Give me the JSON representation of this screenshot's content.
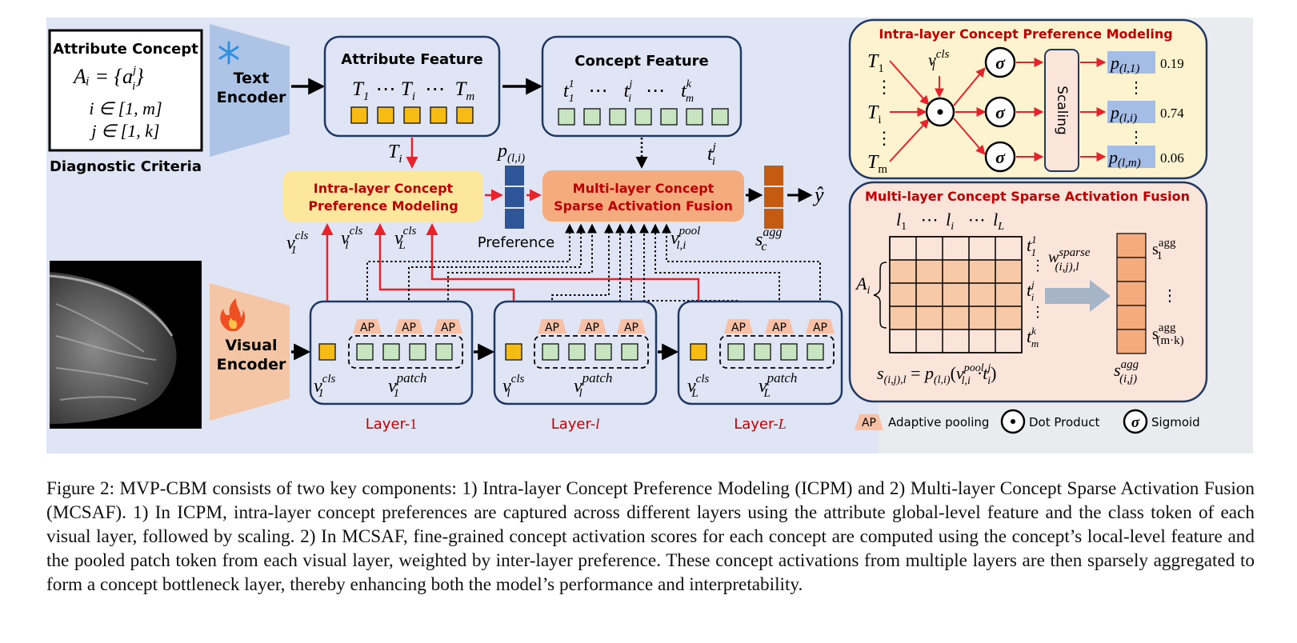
{
  "colors": {
    "main_bg": "#dfe5f4",
    "panel_yellow": "#fdf4cf",
    "panel_peach": "#fbe5da",
    "panel_border": "#1f3864",
    "encoder_text": "#aec4e6",
    "encoder_visual": "#f5c6a5",
    "icpm_box": "#fde79c",
    "mcsaf_box": "#f4ab7e",
    "title_red": "#c00000",
    "yellow_token": "#f7bc14",
    "green_token": "#c6e5c0",
    "blue_pref": "#2e5597",
    "orange_score": "#c55a11",
    "pref_highlight": "#a4bde6",
    "red_arrow": "#e8222a"
  },
  "diagnostic": {
    "box_title": "Attribute Concept",
    "formula_lhs": "Aᵢ = {",
    "formula_rhs": "}",
    "formula_a": "a",
    "formula_a_sup": "j",
    "formula_a_sub": "i",
    "range_i": "i ∈ [1, m]",
    "range_j": "j ∈ [1, k]",
    "label": "Diagnostic Criteria"
  },
  "text_encoder": {
    "line1": "Text",
    "line2": "Encoder",
    "icon": "snowflake-icon"
  },
  "visual_encoder": {
    "line1": "Visual",
    "line2": "Encoder",
    "icon": "fire-icon"
  },
  "attribute_feature": {
    "title": "Attribute Feature",
    "t1": "T",
    "t1_sub": "1",
    "ti": "T",
    "ti_sub": "i",
    "tm": "T",
    "tm_sub": "m",
    "dots": "⋯"
  },
  "concept_feature": {
    "title": "Concept Feature",
    "t": "t",
    "sup1": "1",
    "sub1": "1",
    "supj": "j",
    "subj": "i",
    "supk": "k",
    "subk": "m",
    "dots": "⋯"
  },
  "icpm": {
    "line1": "Intra-layer Concept",
    "line2": "Preference Modeling"
  },
  "mcsaf": {
    "line1": "Multi-layer Concept",
    "line2": "Sparse Activation Fusion"
  },
  "labels": {
    "Ti": "T",
    "Ti_sub": "i",
    "p": "p",
    "p_sub": "(l,i)",
    "tij": "t",
    "tij_sup": "j",
    "tij_sub": "i",
    "preference": "Preference",
    "s": "s",
    "s_sup": "agg",
    "s_sub": "c",
    "yhat": "ŷ",
    "v": "v",
    "cls": "cls",
    "sub1": "1",
    "subl": "l",
    "subL": "L",
    "pool": "pool",
    "pool_sub": "l,i",
    "patch": "patch",
    "ap": "AP"
  },
  "layers": [
    {
      "name": "Layer-",
      "index": "1"
    },
    {
      "name": "Layer-",
      "index": "l"
    },
    {
      "name": "Layer-",
      "index": "L"
    }
  ],
  "icpm_detail": {
    "title": "Intra-layer Concept Preference Modeling",
    "T": "T",
    "T1_sub": "1",
    "Ti_sub": "i",
    "Tm_sub": "m",
    "v": "v",
    "v_sup": "cls",
    "v_sub": "l",
    "sigma": "σ",
    "scaling": "Scaling",
    "p": "p",
    "p1_sub": "(l,1)",
    "pi_sub": "(l,i)",
    "pm_sub": "(l,m)",
    "vals": [
      "0.19",
      "0.74",
      "0.06"
    ],
    "vdots": "⋮"
  },
  "mcsaf_detail": {
    "title": "Multi-layer Concept Sparse Activation Fusion",
    "col_l": "l",
    "col_sub1": "1",
    "col_subi": "i",
    "col_subL": "L",
    "dots": "⋯",
    "Ai": "A",
    "Ai_sub": "i",
    "t": "t",
    "row_sup1": "1",
    "row_sub1": "1",
    "row_supj": "j",
    "row_subj": "i",
    "row_supk": "k",
    "row_subk": "m",
    "w": "w",
    "w_sup": "sparse",
    "w_sub": "(i,j),l",
    "s": "s",
    "s_agg": "agg",
    "s1_sub": "1",
    "sk_sub": "(m·k)",
    "sij_sub": "(i,j)",
    "formula_s": "s",
    "formula_s_sub": "(i,j),l",
    "formula_eq": " = ",
    "formula_p": "p",
    "formula_p_sub": "(l,i)",
    "formula_open": "(",
    "formula_v": "v",
    "formula_v_sup": "pool",
    "formula_v_sub": "l,i",
    "formula_dot": "·",
    "formula_t": "t",
    "formula_t_sup": "j",
    "formula_t_sub": "i",
    "formula_close": ")",
    "vdots": "⋮"
  },
  "legend": {
    "ap": "AP",
    "ap_label": "Adaptive pooling",
    "dot_label": "Dot Product",
    "sigma": "σ",
    "sigma_label": "Sigmoid"
  },
  "caption": "Figure 2: MVP-CBM consists of two key components: 1) Intra-layer Concept Preference Modeling (ICPM) and 2) Multi-layer Concept Sparse Activation Fusion (MCSAF). 1) In ICPM, intra-layer concept preferences are captured across different layers using the attribute global-level feature and the class token of each visual layer, followed by scaling. 2) In MCSAF, fine-grained concept activation scores for each concept are computed using the concept’s local-level feature and the pooled patch token from each visual layer, weighted by inter-layer preference. These concept activations from multiple layers are then sparsely aggregated to form a concept bottleneck layer, thereby enhancing both the model’s performance and interpretability."
}
